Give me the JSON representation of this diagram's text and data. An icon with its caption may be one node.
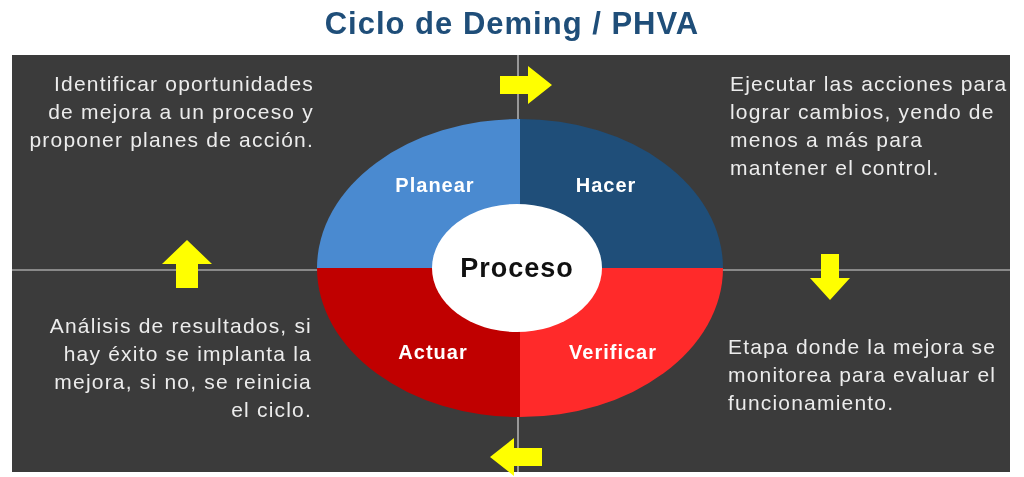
{
  "diagram": {
    "title": "Ciclo de Deming / PHVA",
    "nodes": [
      {
        "text": [
          "Planear"
        ]
      },
      {
        "text": [
          "Hacer"
        ]
      },
      {
        "text": [
          "Proceso"
        ]
      },
      {
        "text": [
          "Actuar"
        ]
      },
      {
        "text": [
          "Verificar"
        ]
      }
    ],
    "labels": [
      "Identificar oportunidades de mejora a un proceso y proponer planes de acción.",
      "Ejecutar las acciones para lograr cambios, yendo de menos a más para mantener el control.",
      "Análisis de resultados, si hay éxito se implanta la mejora, si no, se reinicia el ciclo.",
      "Etapa donde la mejora se monitorea para evaluar el funcionamiento."
    ]
  }
}
